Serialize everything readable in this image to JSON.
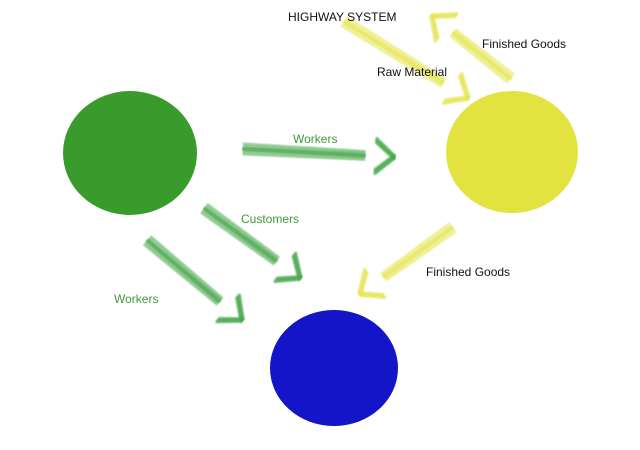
{
  "colors": {
    "green_node": "#3a9b2d",
    "yellow_node": "#e2e33e",
    "blue_node": "#1414c8",
    "green_arrow": "#4aa84f",
    "yellow_arrow": "#e5e65a",
    "green_text": "#3f9a35",
    "black_text": "#111111"
  },
  "nodes": {
    "green": {
      "color_key": "green_node"
    },
    "yellow": {
      "color_key": "yellow_node"
    },
    "blue": {
      "color_key": "blue_node"
    }
  },
  "labels": {
    "highway_system": "HIGHWAY SYSTEM",
    "finished_goods_top": "Finished Goods",
    "raw_material": "Raw Material",
    "workers_top": "Workers",
    "customers": "Customers",
    "workers_bottom": "Workers",
    "finished_goods_bottom": "Finished Goods"
  },
  "arrows": [
    {
      "name": "arrow-highway-to-yellow",
      "color": "yellow",
      "label_key": "raw_material"
    },
    {
      "name": "arrow-yellow-to-highway",
      "color": "yellow",
      "label_key": "finished_goods_top"
    },
    {
      "name": "arrow-green-to-yellow",
      "color": "green",
      "label_key": "workers_top"
    },
    {
      "name": "arrow-green-to-blue-customers",
      "color": "green",
      "label_key": "customers"
    },
    {
      "name": "arrow-green-to-blue-workers",
      "color": "green",
      "label_key": "workers_bottom"
    },
    {
      "name": "arrow-yellow-to-blue",
      "color": "yellow",
      "label_key": "finished_goods_bottom"
    }
  ]
}
